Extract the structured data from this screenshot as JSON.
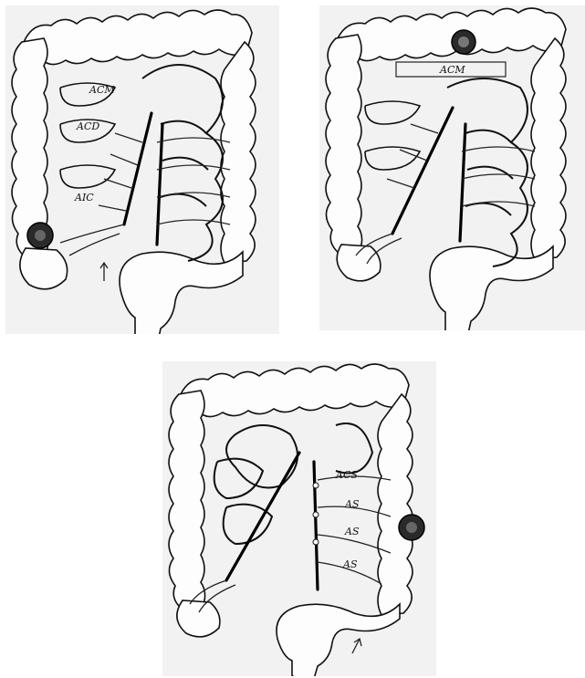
{
  "panels": [
    {
      "id": "top-left",
      "labels": {
        "upper": "ACM",
        "middle": "ACD",
        "lower": "AIC"
      }
    },
    {
      "id": "top-right",
      "labels": {
        "upper": "ACM"
      }
    },
    {
      "id": "bottom",
      "labels": {
        "upper": "ACS",
        "a1": "AS",
        "a2": "AS",
        "a3": "AS"
      }
    }
  ]
}
